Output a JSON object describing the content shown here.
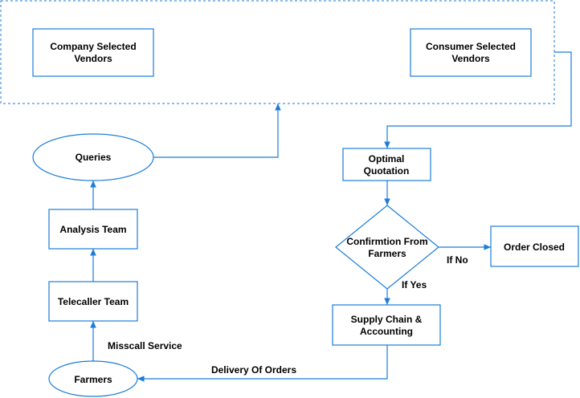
{
  "diagram": {
    "stroke_color": "#1a7dd8",
    "text_color": "#000000",
    "nodes": {
      "company_vendors": [
        "Company Selected",
        "Vendors"
      ],
      "consumer_vendors": [
        "Consumer Selected",
        "Vendors"
      ],
      "queries": "Queries",
      "analysis_team": "Analysis Team",
      "telecaller_team": "Telecaller Team",
      "farmers": "Farmers",
      "optimal_quotation": [
        "Optimal",
        "Quotation"
      ],
      "confirmation": [
        "Confirmtion From",
        "Farmers"
      ],
      "order_closed": "Order Closed",
      "supply_chain": [
        "Supply Chain &",
        "Accounting"
      ]
    },
    "edge_labels": {
      "misscall": "Misscall Service",
      "delivery": "Delivery Of Orders",
      "if_no": "If No",
      "if_yes": "If Yes"
    }
  }
}
